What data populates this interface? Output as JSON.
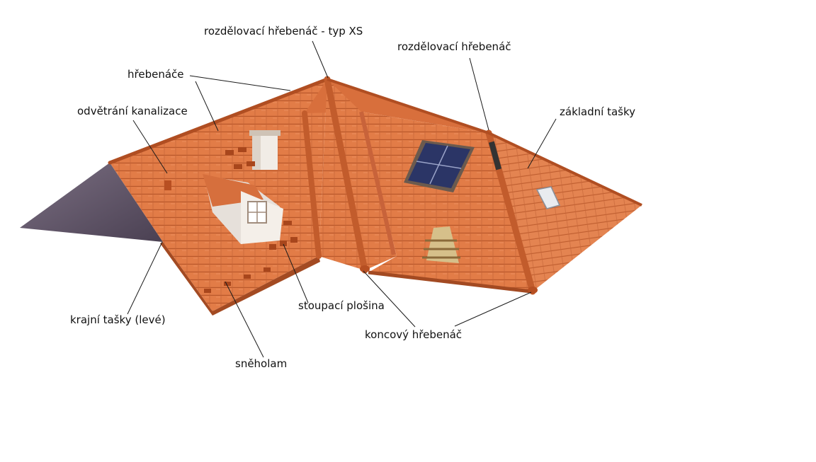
{
  "labels": {
    "rozdelovaci_xs": "rozdělovací hřebenáč - typ XS",
    "rozdelovaci": "rozdělovací hřebenáč",
    "hrebenace": "hřebenáče",
    "odvetrani": "odvětrání kanalizace",
    "zakladni": "základní tašky",
    "krajni": "krajní tašky (levé)",
    "stoupaci": "stoupací plošina",
    "koncovy": "koncový hřebenáč",
    "snehо": "sněholam"
  },
  "colors": {
    "tile": "#e07a45",
    "tile_dark": "#c15a2a",
    "tile_light": "#eb9466",
    "gable": "#5e5366",
    "leader": "#1a1a1a",
    "solar": "#2b3566"
  }
}
